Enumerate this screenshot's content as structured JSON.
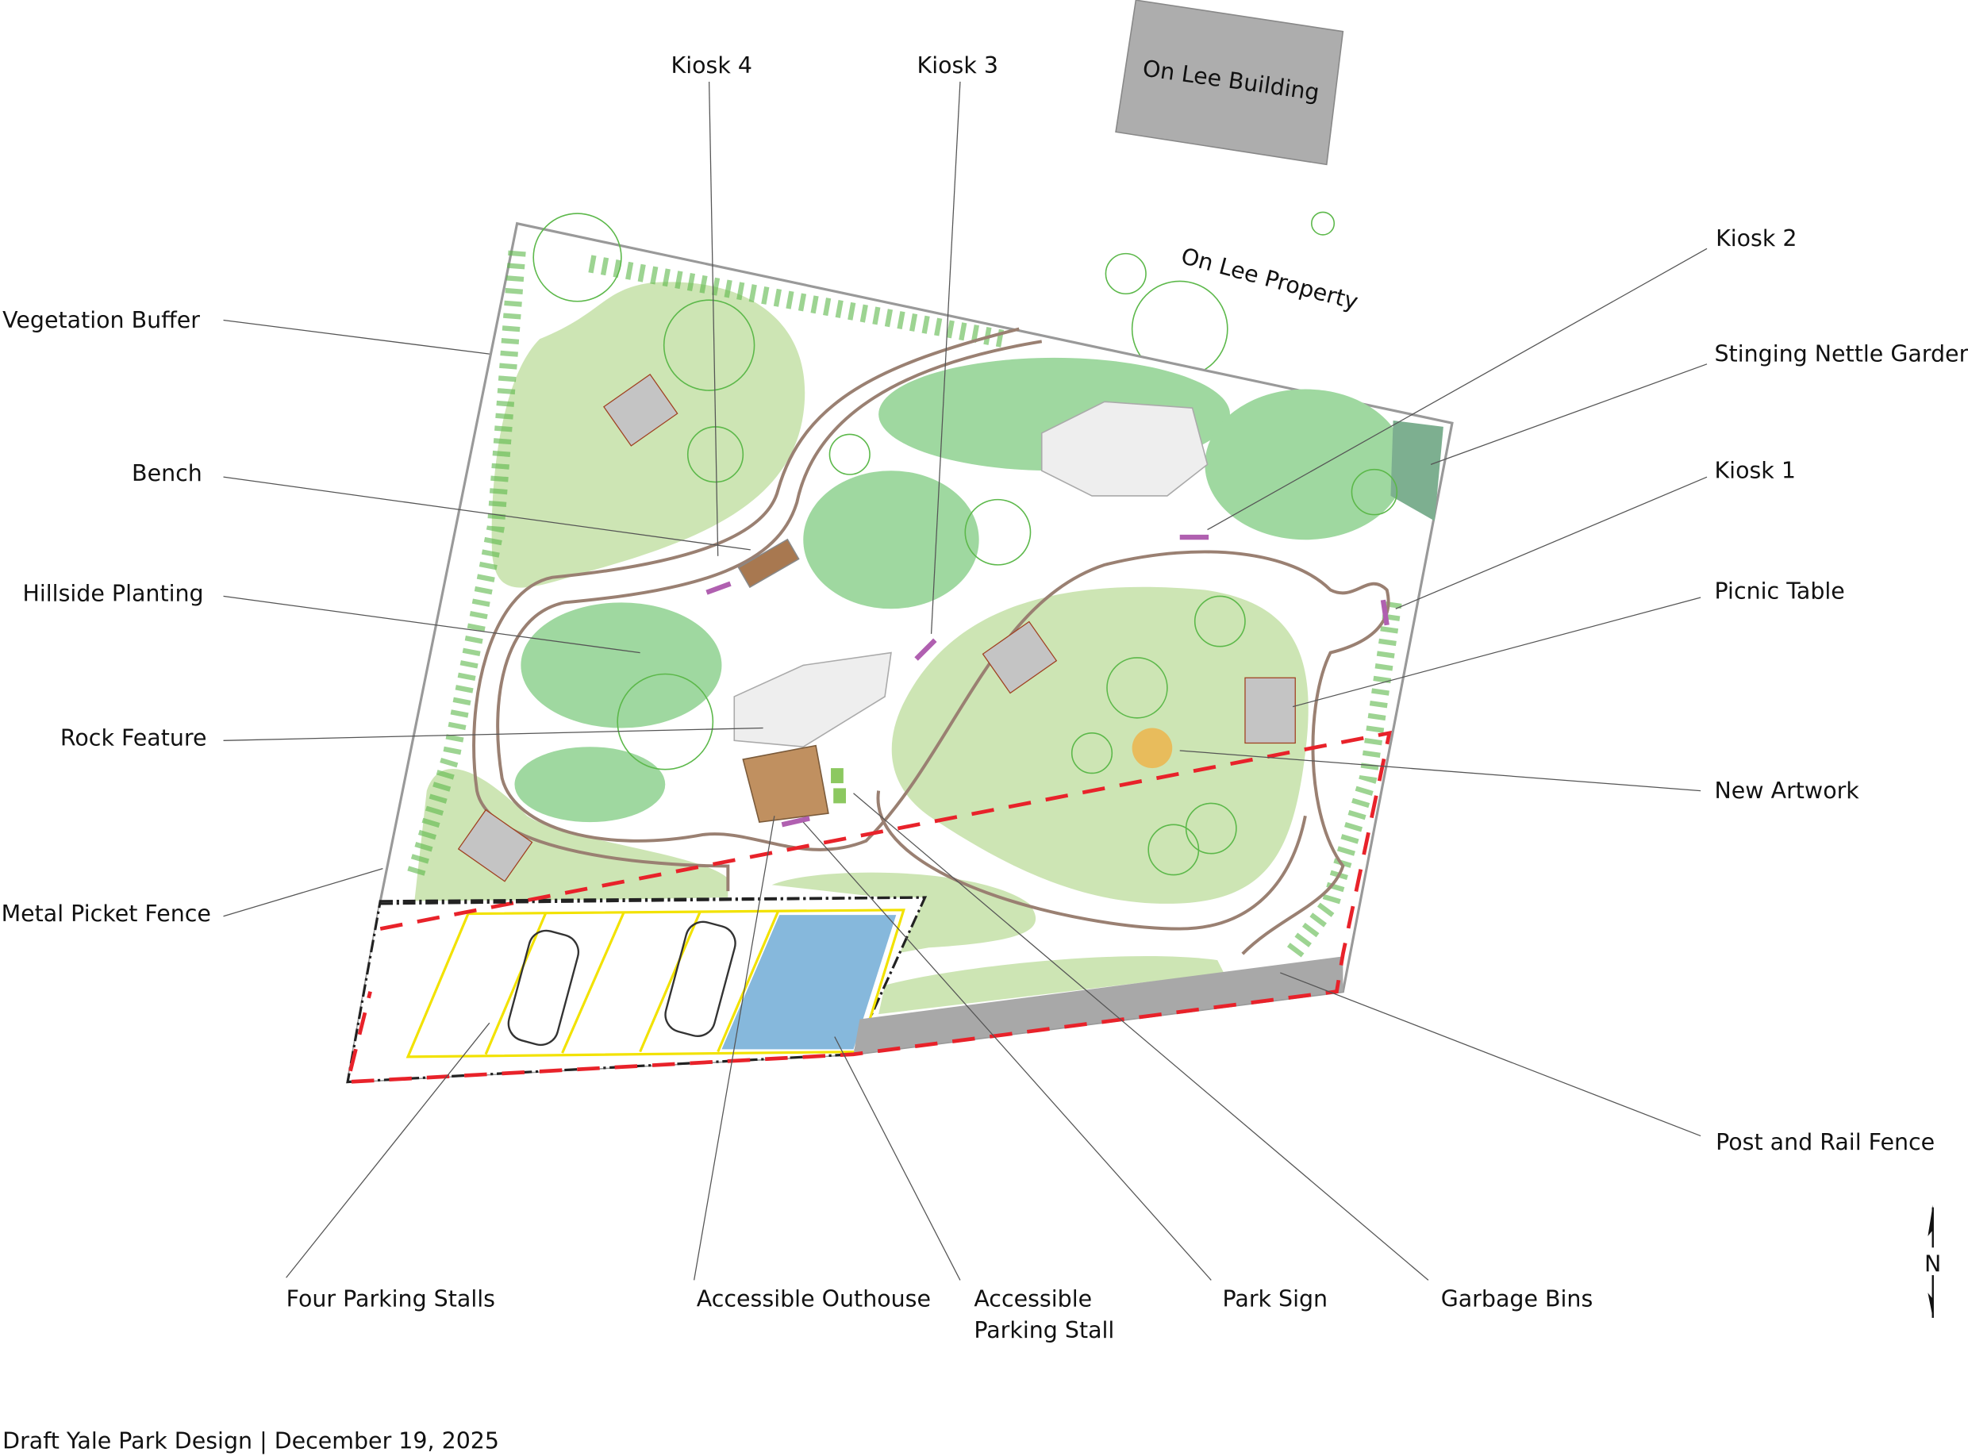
{
  "footer": {
    "caption": "Draft Yale Park Design | December 19, 2025"
  },
  "context": {
    "building": "On Lee Building",
    "property": "On Lee Property"
  },
  "north": {
    "letter": "N"
  },
  "labels": {
    "kiosk4": "Kiosk 4",
    "kiosk3": "Kiosk 3",
    "kiosk2": "Kiosk 2",
    "nettle": "Stinging Nettle Garden",
    "kiosk1": "Kiosk 1",
    "picnic": "Picnic Table",
    "artwork": "New Artwork",
    "post_rail": "Post and Rail Fence",
    "vegetation": "Vegetation Buffer",
    "bench": "Bench",
    "hillside": "Hillside Planting",
    "rock": "Rock Feature",
    "picket": "Metal Picket Fence",
    "four_stalls": "Four Parking Stalls",
    "outhouse": "Accessible Outhouse",
    "acc_stall_1": "Accessible",
    "acc_stall_2": "Parking Stall",
    "park_sign": "Park Sign",
    "garbage": "Garbage Bins"
  },
  "colors": {
    "lawn": "#cde5b4",
    "planting": "#9fd8a0",
    "path": "#9a8072",
    "fence_red": "#e8222a",
    "parking_line": "#f2e200",
    "accessible": "#86b8dc",
    "outhouse": "#c09060",
    "kiosk": "#b060b0",
    "nettle": "#7daf90",
    "artwork": "#e8bc5c"
  }
}
